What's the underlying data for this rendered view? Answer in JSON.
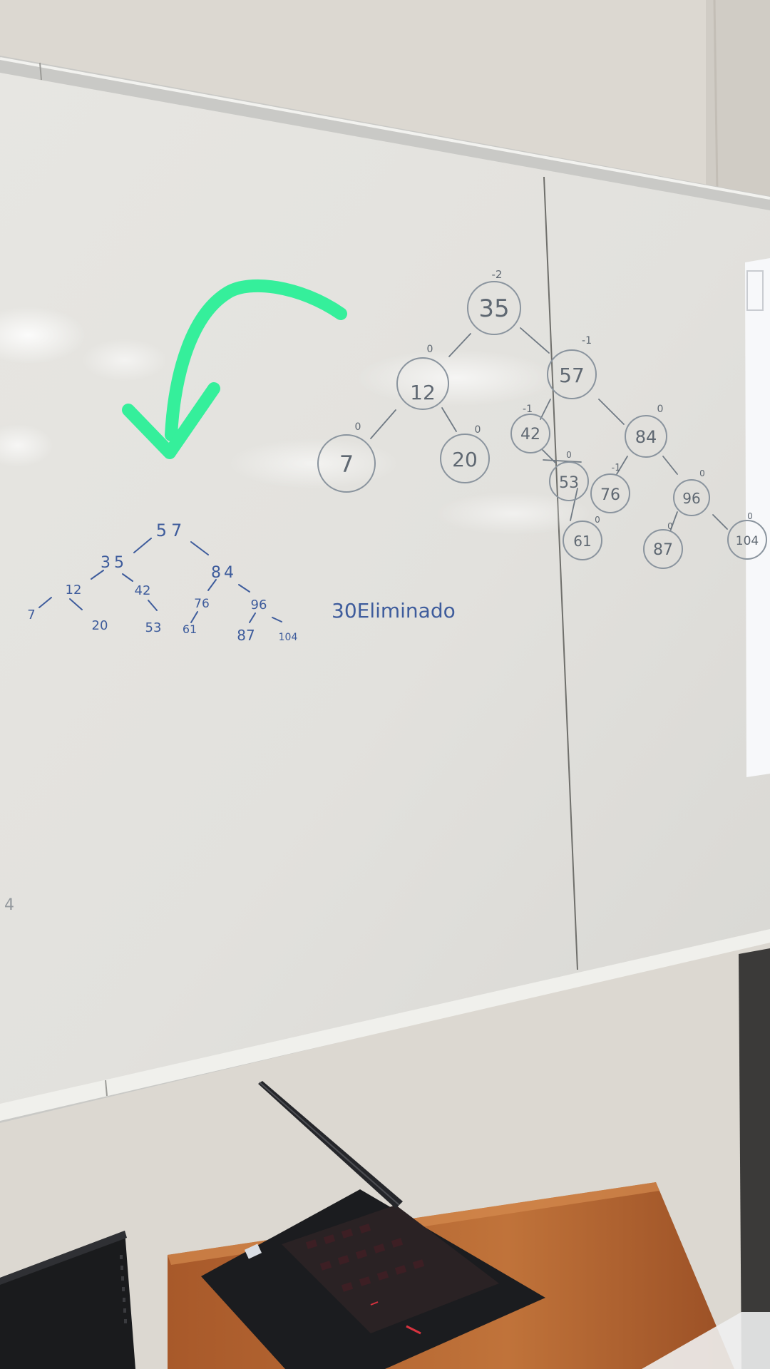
{
  "whiteboard": {
    "annotation_note": "30Eliminado",
    "avl_tree_right": {
      "nodes": [
        {
          "id": "n35",
          "value": "35",
          "balance": "-2"
        },
        {
          "id": "n12",
          "value": "12",
          "balance": "0"
        },
        {
          "id": "n57",
          "value": "57",
          "balance": "-1"
        },
        {
          "id": "n7",
          "value": "7",
          "balance": "0"
        },
        {
          "id": "n20",
          "value": "20",
          "balance": "0"
        },
        {
          "id": "n42",
          "value": "42",
          "balance": "-1"
        },
        {
          "id": "n84",
          "value": "84",
          "balance": "0"
        },
        {
          "id": "n53",
          "value": "53",
          "balance": "0"
        },
        {
          "id": "n76",
          "value": "76",
          "balance": "-1"
        },
        {
          "id": "n96",
          "value": "96",
          "balance": "0"
        },
        {
          "id": "n61",
          "value": "61",
          "balance": "0"
        },
        {
          "id": "n87",
          "value": "87",
          "balance": "0"
        },
        {
          "id": "n104",
          "value": "104",
          "balance": "0"
        }
      ]
    },
    "rebalanced_tree_left": {
      "nodes": [
        {
          "id": "m57",
          "value": "57"
        },
        {
          "id": "m35",
          "value": "35"
        },
        {
          "id": "m84",
          "value": "84"
        },
        {
          "id": "m12",
          "value": "12"
        },
        {
          "id": "m42",
          "value": "42"
        },
        {
          "id": "m76",
          "value": "76"
        },
        {
          "id": "m96",
          "value": "96"
        },
        {
          "id": "m7",
          "value": "7"
        },
        {
          "id": "m20",
          "value": "20"
        },
        {
          "id": "m53",
          "value": "53"
        },
        {
          "id": "m61",
          "value": "61"
        },
        {
          "id": "m87",
          "value": "87"
        },
        {
          "id": "m104",
          "value": "104"
        }
      ]
    },
    "stray_mark": "4"
  },
  "colors": {
    "wall": "#dedad3",
    "whiteboard": "#e7e6e2",
    "arrow": "#35ef9b",
    "marker_blue": "#3e5c9c",
    "marker_grey": "#5f6872",
    "desk": "#b5672d",
    "laptop": "#1b1c1f"
  },
  "icons": {
    "arrow": "curved-arrow-icon"
  }
}
